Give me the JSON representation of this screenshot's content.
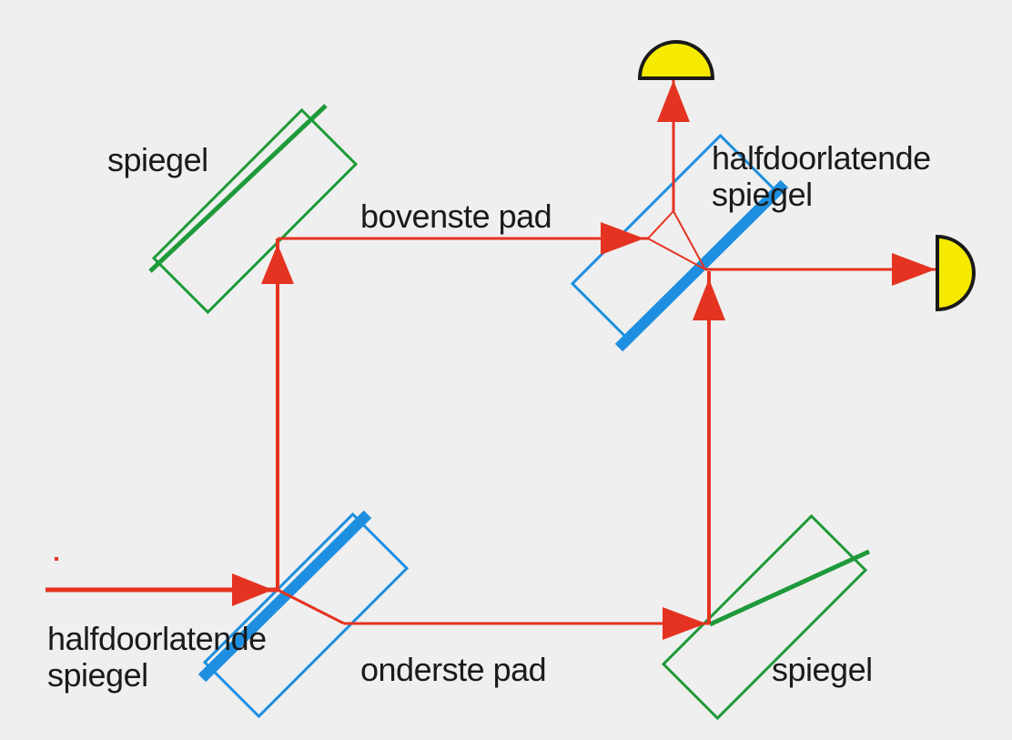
{
  "labels": {
    "mirror_top_left": "spiegel",
    "mirror_bottom_right": "spiegel",
    "upper_path": "bovenste pad",
    "lower_path": "onderste pad",
    "beamsplitter_top": {
      "line1": "halfdoorlatende",
      "line2": "spiegel"
    },
    "beamsplitter_bottom": {
      "line1": "halfdoorlatende",
      "line2": "spiegel"
    }
  },
  "colors": {
    "background": "#efefef",
    "beam": "#e53321",
    "mirror": "#1f9a3a",
    "beamsplitter": "#1e8fe0",
    "detector_fill": "#f5ea00",
    "detector_outline": "#1a1a1a",
    "text": "#1a1a1a"
  },
  "components": {
    "mirrors": 2,
    "beamsplitters": 2,
    "detectors": 2
  }
}
